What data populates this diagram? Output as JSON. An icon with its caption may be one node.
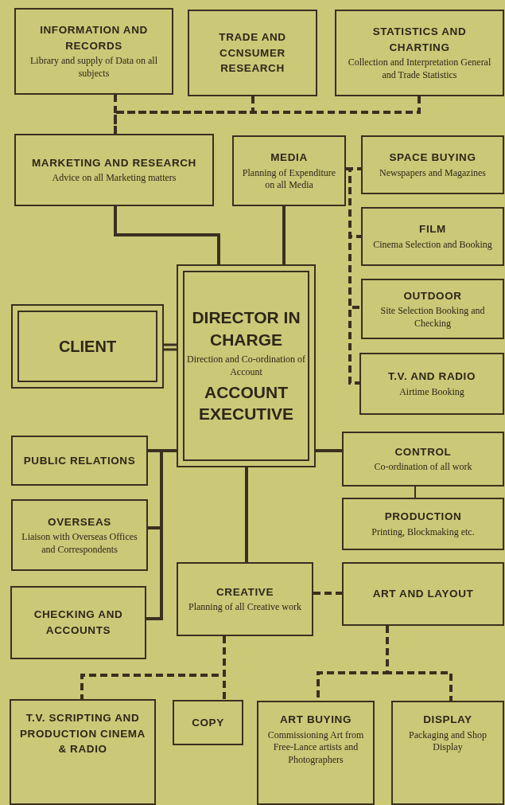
{
  "diagram": {
    "nodes": [
      {
        "text": [
          "INFORMATION AND RECORDS",
          "Library and supply of Data on all subjects"
        ]
      },
      {
        "text": [
          "TRADE AND CCNSUMER RESEARCH"
        ]
      },
      {
        "text": [
          "STATISTICS AND CHARTING",
          "Collection and Interpretation General and Trade Statistics"
        ]
      },
      {
        "text": [
          "MARKETING AND RESEARCH",
          "Advice on all Marketing matters"
        ]
      },
      {
        "text": [
          "MEDIA",
          "Planning of Expenditure on all Media"
        ]
      },
      {
        "text": [
          "SPACE BUYING",
          "Newspapers and Magazines"
        ]
      },
      {
        "text": [
          "FILM",
          "Cinema Selection and Booking"
        ]
      },
      {
        "text": [
          "OUTDOOR",
          "Site Selection Booking and Checking"
        ]
      },
      {
        "text": [
          "T.V. AND RADIO",
          "Airtime Booking"
        ]
      },
      {
        "text": [
          "CLIENT"
        ]
      },
      {
        "text": [
          "DIRECTOR IN CHARGE",
          "Direction and Co-ordination of Account",
          "ACCOUNT EXECUTIVE"
        ]
      },
      {
        "text": [
          "PUBLIC RELATIONS"
        ]
      },
      {
        "text": [
          "OVERSEAS",
          "Liaison with Overseas Offices and Correspondents"
        ]
      },
      {
        "text": [
          "CONTROL",
          "Co-ordination of all work"
        ]
      },
      {
        "text": [
          "PRODUCTION",
          "Printing, Blockmaking etc."
        ]
      },
      {
        "text": [
          "CREATIVE",
          "Planning of all Creative work"
        ]
      },
      {
        "text": [
          "ART AND LAYOUT"
        ]
      },
      {
        "text": [
          "CHECKING AND ACCOUNTS"
        ]
      },
      {
        "text": [
          "T.V. SCRIPTING AND PRODUCTION CINEMA & RADIO"
        ]
      },
      {
        "text": [
          "COPY"
        ]
      },
      {
        "text": [
          "ART BUYING",
          "Commissioning Art from Free-Lance artists and Photographers"
        ]
      },
      {
        "text": [
          "DISPLAY",
          "Packaging and Shop Display"
        ]
      }
    ],
    "edges": [
      {
        "from": 0,
        "to": 3,
        "arrow": "none",
        "style": "dashed"
      },
      {
        "from": 1,
        "to": 3,
        "arrow": "none",
        "style": "dashed"
      },
      {
        "from": 2,
        "to": 3,
        "arrow": "none",
        "style": "dashed"
      },
      {
        "from": 3,
        "to": 10,
        "arrow": "none"
      },
      {
        "from": 4,
        "to": 10,
        "arrow": "none"
      },
      {
        "from": 4,
        "to": 5,
        "arrow": "none",
        "style": "dashed"
      },
      {
        "from": 4,
        "to": 6,
        "arrow": "none",
        "style": "dashed"
      },
      {
        "from": 4,
        "to": 7,
        "arrow": "none",
        "style": "dashed"
      },
      {
        "from": 4,
        "to": 8,
        "arrow": "none",
        "style": "dashed"
      },
      {
        "from": 9,
        "to": 10,
        "arrow": "none"
      },
      {
        "from": 10,
        "to": 11,
        "arrow": "none"
      },
      {
        "from": 10,
        "to": 12,
        "arrow": "none"
      },
      {
        "from": 10,
        "to": 17,
        "arrow": "none"
      },
      {
        "from": 10,
        "to": 13,
        "arrow": "none"
      },
      {
        "from": 13,
        "to": 14,
        "arrow": "none"
      },
      {
        "from": 10,
        "to": 15,
        "arrow": "none"
      },
      {
        "from": 15,
        "to": 16,
        "arrow": "none",
        "style": "dashed"
      },
      {
        "from": 15,
        "to": 18,
        "arrow": "none",
        "style": "dashed"
      },
      {
        "from": 15,
        "to": 19,
        "arrow": "none",
        "style": "dashed"
      },
      {
        "from": 16,
        "to": 20,
        "arrow": "none",
        "style": "dashed"
      },
      {
        "from": 16,
        "to": 21,
        "arrow": "none",
        "style": "dashed"
      }
    ]
  }
}
